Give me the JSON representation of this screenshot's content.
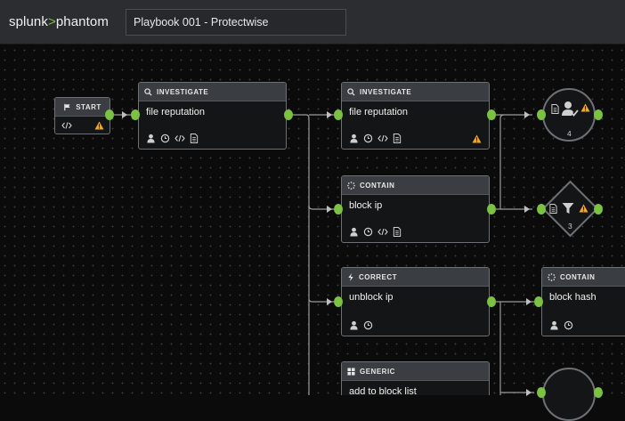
{
  "app": {
    "logo_left": "splunk",
    "logo_sep": ">",
    "logo_right": "phantom",
    "playbook_title": "Playbook 001 - Protectwise"
  },
  "blocks": {
    "start": {
      "label": "START"
    },
    "investigate1": {
      "type": "INVESTIGATE",
      "name": "file reputation"
    },
    "investigate2": {
      "type": "INVESTIGATE",
      "name": "file reputation"
    },
    "contain1": {
      "type": "CONTAIN",
      "name": "block ip"
    },
    "correct1": {
      "type": "CORRECT",
      "name": "unblock ip"
    },
    "contain2": {
      "type": "CONTAIN",
      "name": "block hash"
    },
    "generic1": {
      "type": "GENERIC",
      "name": "add to block list"
    }
  },
  "decisions": {
    "prompt_count": "4",
    "filter_count": "3"
  },
  "colors": {
    "accent": "#7bc142",
    "warning": "#f0a830",
    "header_bg": "#2b2d30"
  }
}
